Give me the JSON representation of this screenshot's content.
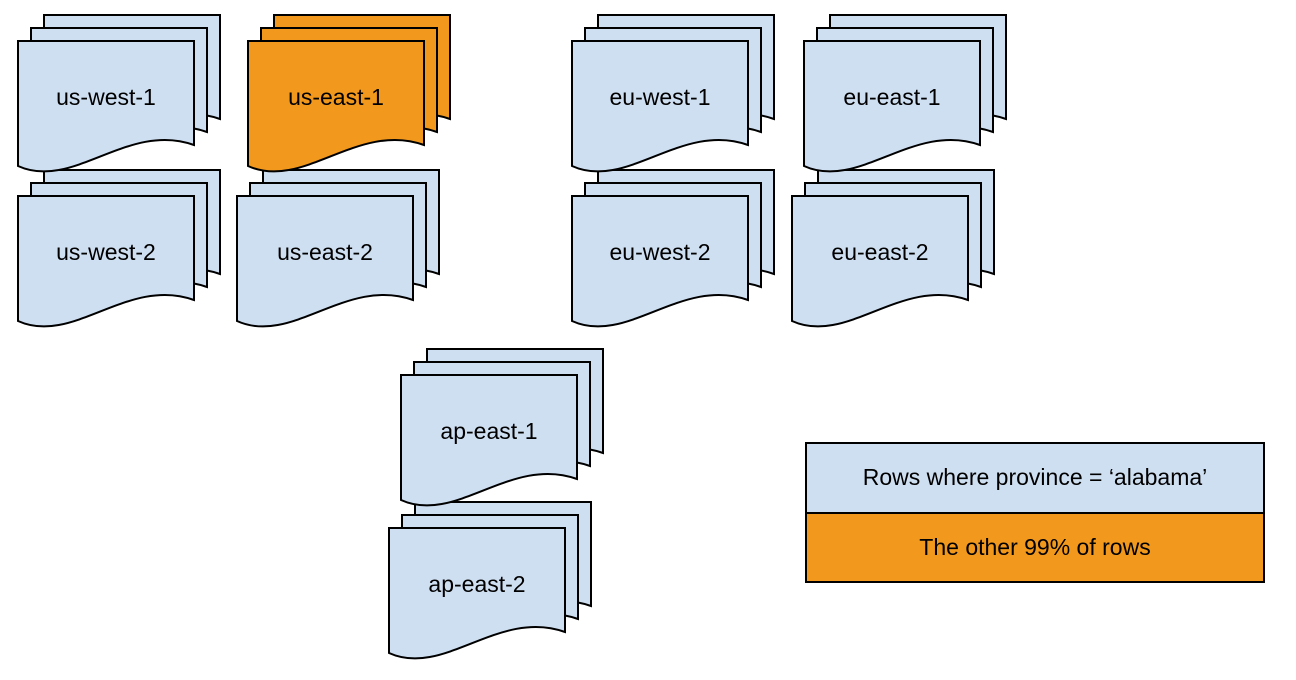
{
  "colors": {
    "document_blue": "#CFDFF2",
    "document_orange": "#F2981D",
    "outline": "#000000",
    "text": "#000000",
    "background": "#FFFFFF"
  },
  "region_stacks": [
    {
      "label": "us-west-1",
      "variant": "blue"
    },
    {
      "label": "us-east-1",
      "variant": "orange"
    },
    {
      "label": "eu-west-1",
      "variant": "blue"
    },
    {
      "label": "eu-east-1",
      "variant": "blue"
    },
    {
      "label": "us-west-2",
      "variant": "blue"
    },
    {
      "label": "us-east-2",
      "variant": "blue"
    },
    {
      "label": "eu-west-2",
      "variant": "blue"
    },
    {
      "label": "eu-east-2",
      "variant": "blue"
    },
    {
      "label": "ap-east-1",
      "variant": "blue"
    },
    {
      "label": "ap-east-2",
      "variant": "blue"
    }
  ],
  "legend": {
    "items": [
      {
        "label": "Rows where province = ‘alabama’",
        "variant": "blue"
      },
      {
        "label": "The other 99% of rows",
        "variant": "orange"
      }
    ]
  }
}
